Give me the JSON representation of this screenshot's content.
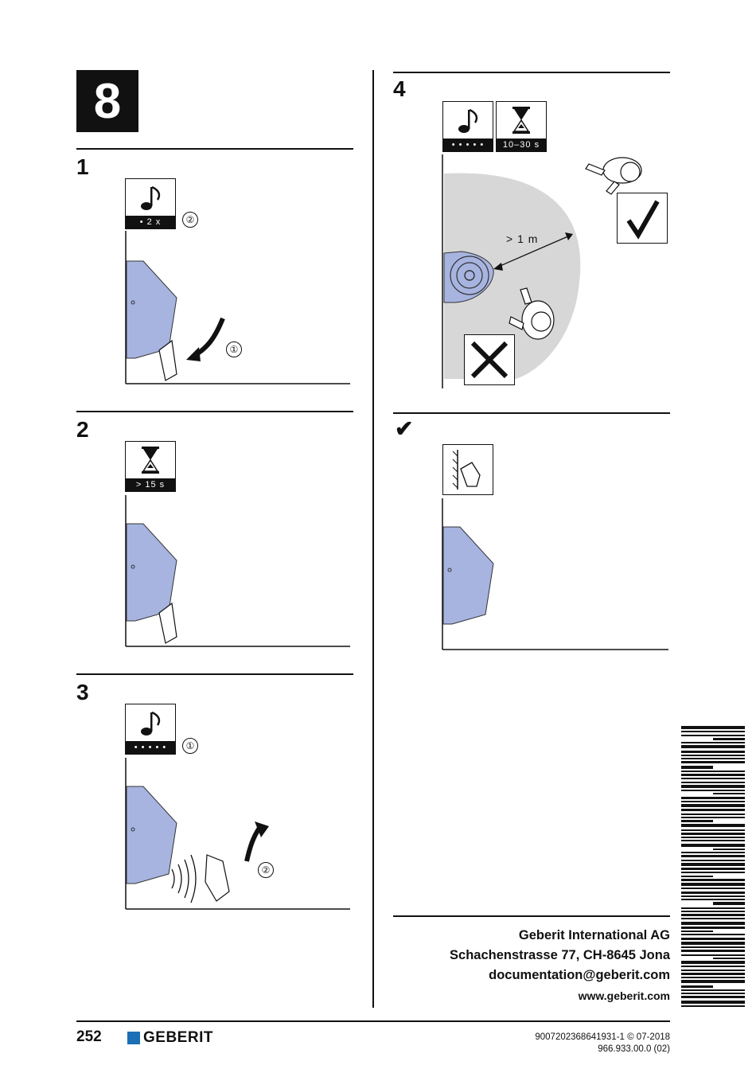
{
  "chapter": "8",
  "steps": {
    "s1": {
      "num": "1",
      "band": "• 2 x",
      "callout_a": "②",
      "callout_b": "①"
    },
    "s2": {
      "num": "2",
      "band": "> 15 s"
    },
    "s3": {
      "num": "3",
      "band": "• • • • •",
      "callout_a": "①",
      "callout_b": "②"
    },
    "s4": {
      "num": "4",
      "band_a": "• • • • •",
      "band_b": "10–30 s",
      "distance": "> 1 m"
    },
    "ok": {
      "num": "✔"
    }
  },
  "address": {
    "company": "Geberit International AG",
    "street": "Schachenstrasse 77, CH-8645 Jona",
    "email": "documentation@geberit.com",
    "web": "www.geberit.com"
  },
  "footer": {
    "page": "252",
    "brand": "GEBERIT",
    "doc_id": "9007202368641931-1 © 07-2018",
    "doc_no": "966.933.00.0 (02)"
  },
  "colors": {
    "device": "#a7b4e0",
    "sensor_zone": "#d7d7d7",
    "brand_blue": "#1b6fb5"
  }
}
